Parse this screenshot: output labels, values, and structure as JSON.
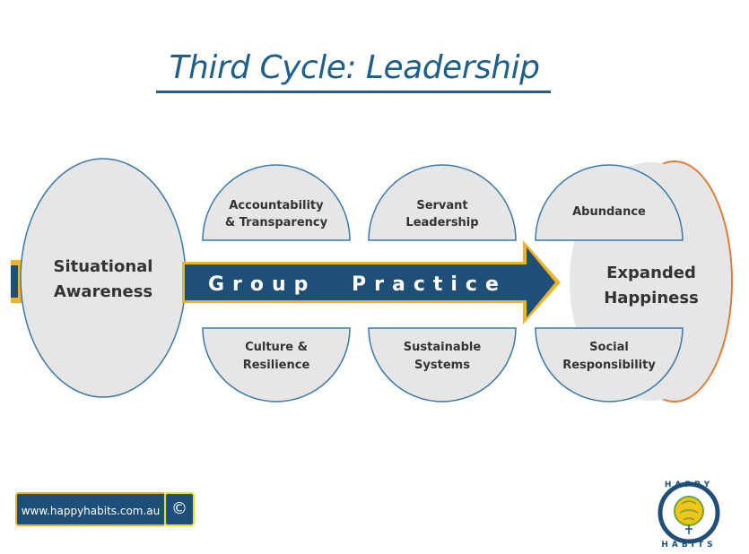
{
  "title": "Third Cycle:   Leadership",
  "nodes": {
    "start": [
      "Situational",
      "Awareness"
    ],
    "end": [
      "Expanded",
      "Happiness"
    ],
    "top_row": [
      [
        "Accountability",
        "& Transparency"
      ],
      [
        "Servant",
        "Leadership"
      ],
      [
        "Abundance"
      ]
    ],
    "bottom_row": [
      [
        "Culture &",
        "Resilience"
      ],
      [
        "Sustainable",
        "Systems"
      ],
      [
        "Social",
        "Responsibility"
      ]
    ]
  },
  "arrow": {
    "word1": "Group",
    "word2": "Practice"
  },
  "footer": {
    "website": "www.happyhabits.com.au",
    "copyright": "©"
  },
  "logo": {
    "top_text": "HAPPY",
    "bottom_text": "HABITS"
  },
  "colors": {
    "title": "#1f5f8b",
    "arrow_fill": "#1d4f78",
    "arrow_outline": "#f0b323",
    "node_fill": "#e6e6e6",
    "node_stroke": "#3b79a8",
    "end_ring": "#e07b39",
    "footer_border": "#f0b323"
  }
}
